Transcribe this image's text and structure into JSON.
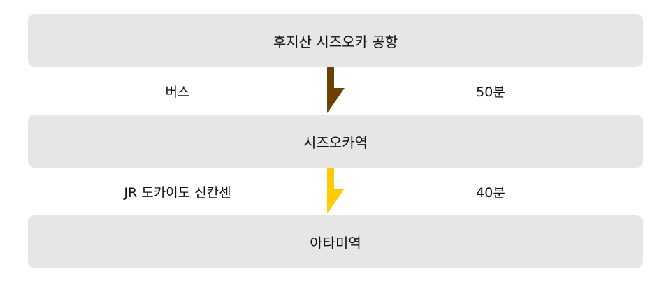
{
  "stations": [
    "후지산 시즈오카 공항",
    "시즈오카역",
    "아타미역"
  ],
  "legs": [
    {
      "mode": "버스",
      "duration": "50분",
      "color": "#6b4100"
    },
    {
      "mode": "JR 도카이도 신칸센",
      "duration": "40분",
      "color": "#ffcc00"
    }
  ]
}
